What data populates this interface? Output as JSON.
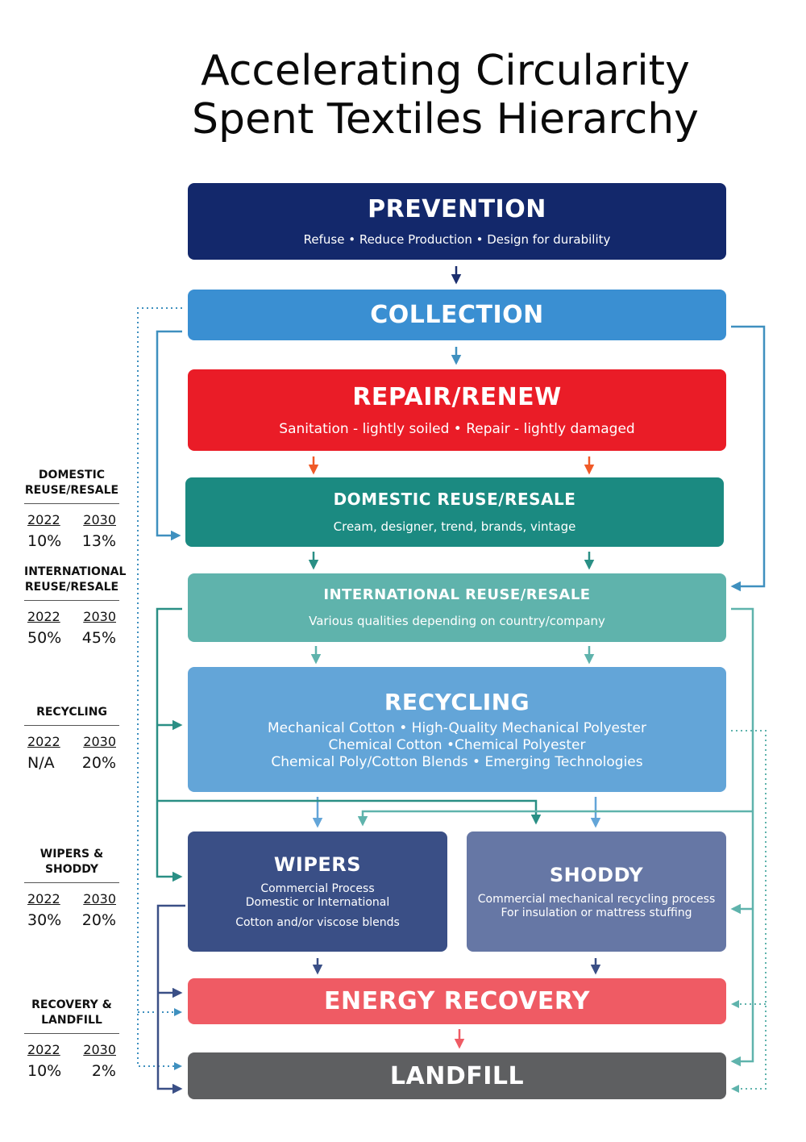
{
  "title": {
    "line1": "Accelerating Circularity",
    "line2": "Spent Textiles Hierarchy"
  },
  "boxes": {
    "prevention": {
      "heading": "PREVENTION",
      "sub": "Refuse • Reduce Production • Design for durability"
    },
    "collection": {
      "heading": "COLLECTION"
    },
    "repair": {
      "heading": "REPAIR/RENEW",
      "sub": "Sanitation - lightly soiled  •  Repair - lightly damaged"
    },
    "domestic": {
      "heading": "DOMESTIC REUSE/RESALE",
      "sub": "Cream, designer, trend, brands, vintage"
    },
    "international": {
      "heading": "INTERNATIONAL REUSE/RESALE",
      "sub": "Various qualities depending on country/company"
    },
    "recycling": {
      "heading": "RECYCLING",
      "lines": [
        "Mechanical Cotton • High-Quality Mechanical Polyester",
        "Chemical Cotton •Chemical Polyester",
        "Chemical Poly/Cotton Blends • Emerging Technologies"
      ]
    },
    "wipers": {
      "heading": "WIPERS",
      "lines": [
        "Commercial Process",
        "Domestic or International",
        "Cotton and/or viscose blends"
      ]
    },
    "shoddy": {
      "heading": "SHODDY",
      "lines": [
        "Commercial mechanical recycling process",
        "For insulation or mattress stuffing"
      ]
    },
    "energy": {
      "heading": "ENERGY RECOVERY"
    },
    "landfill": {
      "heading": "LANDFILL"
    }
  },
  "stats": [
    {
      "label1": "DOMESTIC",
      "label2": "REUSE/RESALE",
      "year_a": "2022",
      "year_b": "2030",
      "value_a": "10%",
      "value_b": "13%"
    },
    {
      "label1": "INTERNATIONAL",
      "label2": "REUSE/RESALE",
      "year_a": "2022",
      "year_b": "2030",
      "value_a": "50%",
      "value_b": "45%"
    },
    {
      "label1": "RECYCLING",
      "label2": "",
      "year_a": "2022",
      "year_b": "2030",
      "value_a": "N/A",
      "value_b": "20%"
    },
    {
      "label1": "WIPERS &",
      "label2": "SHODDY",
      "year_a": "2022",
      "year_b": "2030",
      "value_a": "30%",
      "value_b": "20%"
    },
    {
      "label1": "RECOVERY &",
      "label2": "LANDFILL",
      "year_a": "2022",
      "year_b": "2030",
      "value_a": "10%",
      "value_b": "2%"
    }
  ],
  "colors": {
    "navy": "#13286b",
    "collection_blue": "#3a8fd2",
    "repair_red": "#ea1c27",
    "domestic_teal": "#1b8a81",
    "international_teal": "#5fb3ac",
    "recycling_blue": "#63a5d8",
    "wipers_blue": "#3a4f86",
    "shoddy_blue": "#6677a5",
    "energy_red": "#ef5b64",
    "landfill_grey": "#5e5f61",
    "arrow_orange": "#f05a28",
    "connector_blue": "#3f90bf",
    "connector_teal": "#2a8f85",
    "connector_navy": "#3a4f86"
  }
}
